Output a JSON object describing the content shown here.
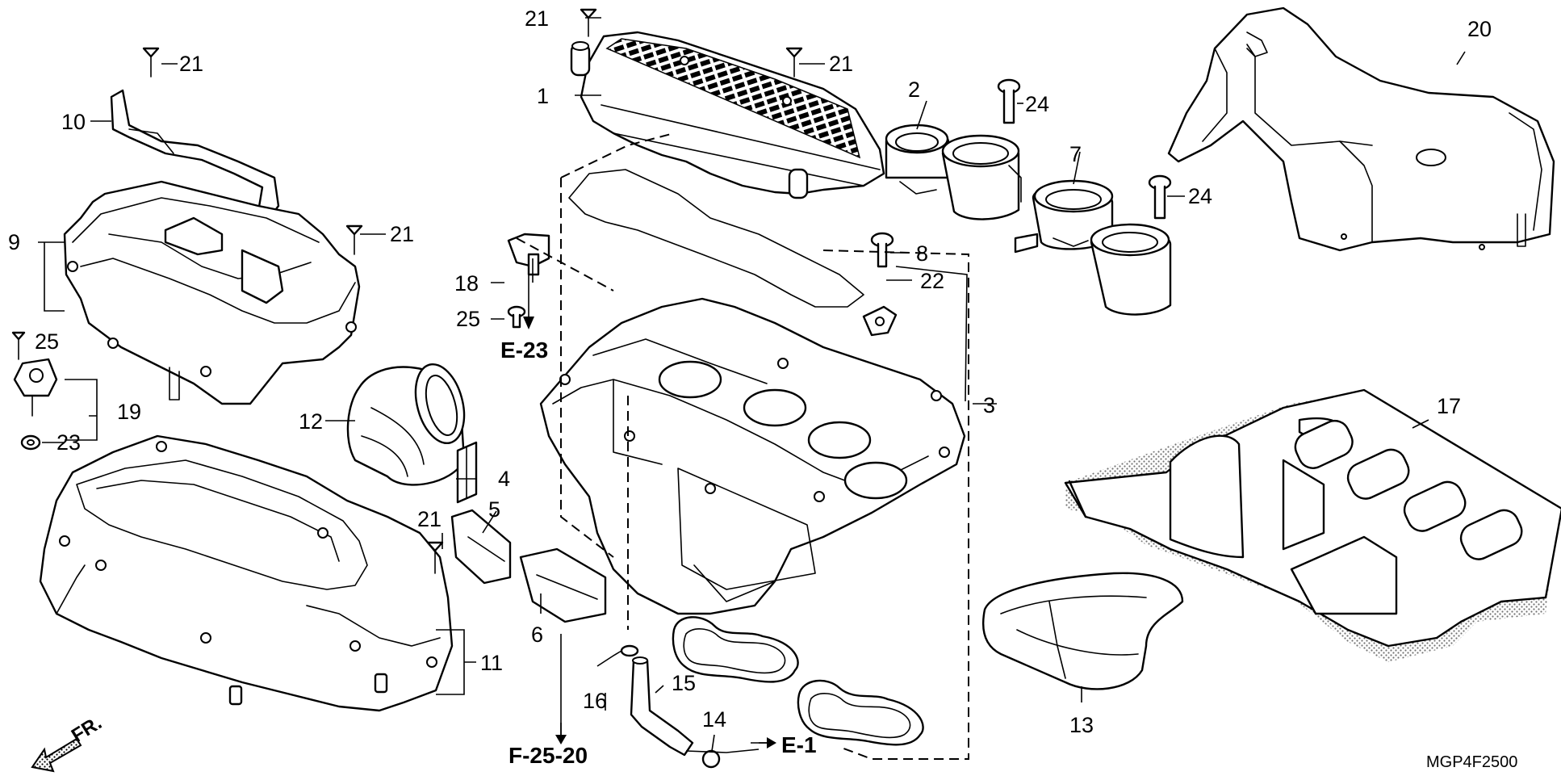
{
  "diagram": {
    "code": "MGP4F2500",
    "front_label": "FR.",
    "callouts": {
      "c1": "1",
      "c2": "2",
      "c3": "3",
      "c4": "4",
      "c5": "5",
      "c6": "6",
      "c7": "7",
      "c8": "8",
      "c9": "9",
      "c10": "10",
      "c11": "11",
      "c12": "12",
      "c13": "13",
      "c14": "14",
      "c15": "15",
      "c16": "16",
      "c17": "17",
      "c18": "18",
      "c19": "19",
      "c20": "20",
      "c21a": "21",
      "c21b": "21",
      "c21c": "21",
      "c21d": "21",
      "c21e": "21",
      "c22": "22",
      "c23": "23",
      "c24a": "24",
      "c24b": "24",
      "c25a": "25",
      "c25b": "25"
    },
    "refs": {
      "e23": "E-23",
      "f2520": "F-25-20",
      "e1": "E-1"
    }
  }
}
